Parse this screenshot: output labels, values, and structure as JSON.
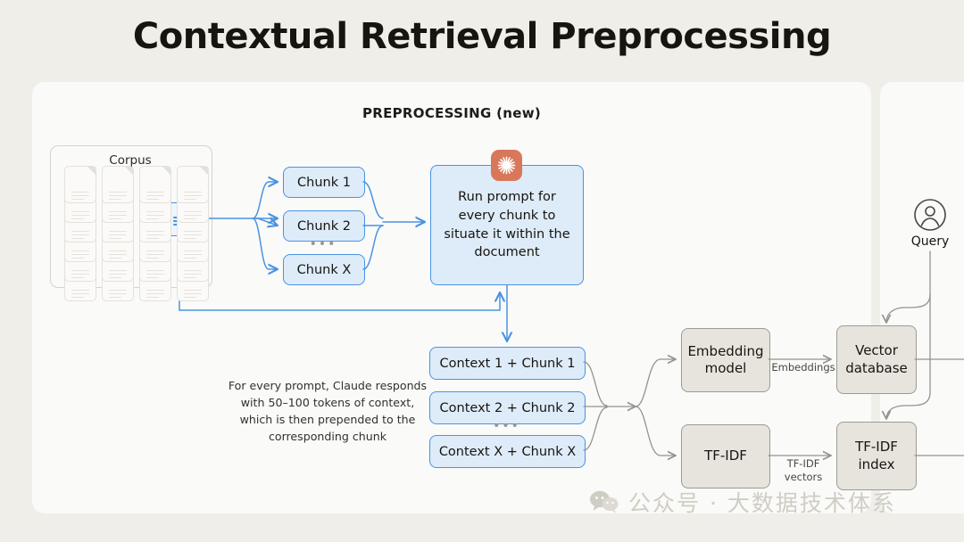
{
  "page": {
    "title": "Contextual Retrieval Preprocessing",
    "background_color": "#efeee9",
    "panel_color": "#fafaf9"
  },
  "section": {
    "label": "PREPROCESSING (new)"
  },
  "corpus": {
    "label": "Corpus",
    "ghost_columns": 4,
    "ghost_rows": 6,
    "highlighted_doc_icon": "document-icon"
  },
  "chunks": {
    "items": [
      {
        "label": "Chunk 1"
      },
      {
        "label": "Chunk 2"
      },
      {
        "label": "Chunk X"
      }
    ],
    "ellipsis": "•••"
  },
  "prompt": {
    "text": "Run prompt for every chunk to situate it within the document",
    "badge_icon": "anthropic-starburst-icon",
    "badge_color": "#d9775a",
    "box_fill": "#deebf9",
    "box_border": "#4a93e2"
  },
  "contexts": {
    "items": [
      {
        "label": "Context 1 + Chunk 1"
      },
      {
        "label": "Context 2 + Chunk 2"
      },
      {
        "label": "Context X + Chunk X"
      }
    ],
    "ellipsis": "•••"
  },
  "note": {
    "text": "For every prompt, Claude responds with 50–100 tokens of context, which is then prepended to the corresponding chunk"
  },
  "pipeline": {
    "embedding_model": "Embedding model",
    "vector_database": "Vector database",
    "tfidf": "TF-IDF",
    "tfidf_index": "TF-IDF index",
    "edge_embeddings": "Embeddings",
    "edge_tfidf_vectors": "TF-IDF vectors",
    "box_fill": "#e6e4dc",
    "box_border": "#9d9b93"
  },
  "query": {
    "label": "Query",
    "icon": "user-avatar-icon"
  },
  "watermark": {
    "text": "公众号 · 大数据技术体系",
    "icon": "wechat-icon",
    "color": "#cfcdc4"
  }
}
